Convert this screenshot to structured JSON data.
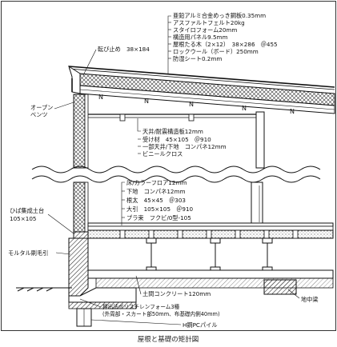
{
  "roof_labels": [
    "亜鉛アルミ合金めっき鋼板0.35mm",
    "アスファルトフェルト20kg",
    "スタイロフォーム20mm",
    "構造用パネル9.5mm",
    "屋根たる木（2×12）　38×286　＠455",
    "ロックウール（ボード）250mm",
    "防湿シート0.2mm"
  ],
  "eave_labels": {
    "snow_stop": "転び止め　38×184",
    "open_vent": "オープン\nベンツ"
  },
  "ceiling_labels": [
    "天井/耐震構造板12mm",
    "受け材　45×105　＠910",
    "一部天井/下地　コンパネ12mm",
    "ビニールクロス"
  ],
  "floor_labels": [
    "床/カラーフロア12mm",
    "下地　コンパネ12mm",
    "根太　45×45　＠303",
    "大引　105×105　＠910",
    "プラ束　フクビ/0型-105"
  ],
  "side_labels": {
    "sill": "ひば集成土台\n105×105",
    "mortar": "モルタル刷毛引"
  },
  "foundation_labels": {
    "slab": "土間コンクリート120mm",
    "insulation_1": "押出法ポリスチレンフォーム3種",
    "insulation_2": "(外周部・スカート部50mm、布基礎内側40mm)",
    "pile": "H鋼PCパイル",
    "beam": "地中梁"
  },
  "caption": "屋根と基礎の矩計図"
}
